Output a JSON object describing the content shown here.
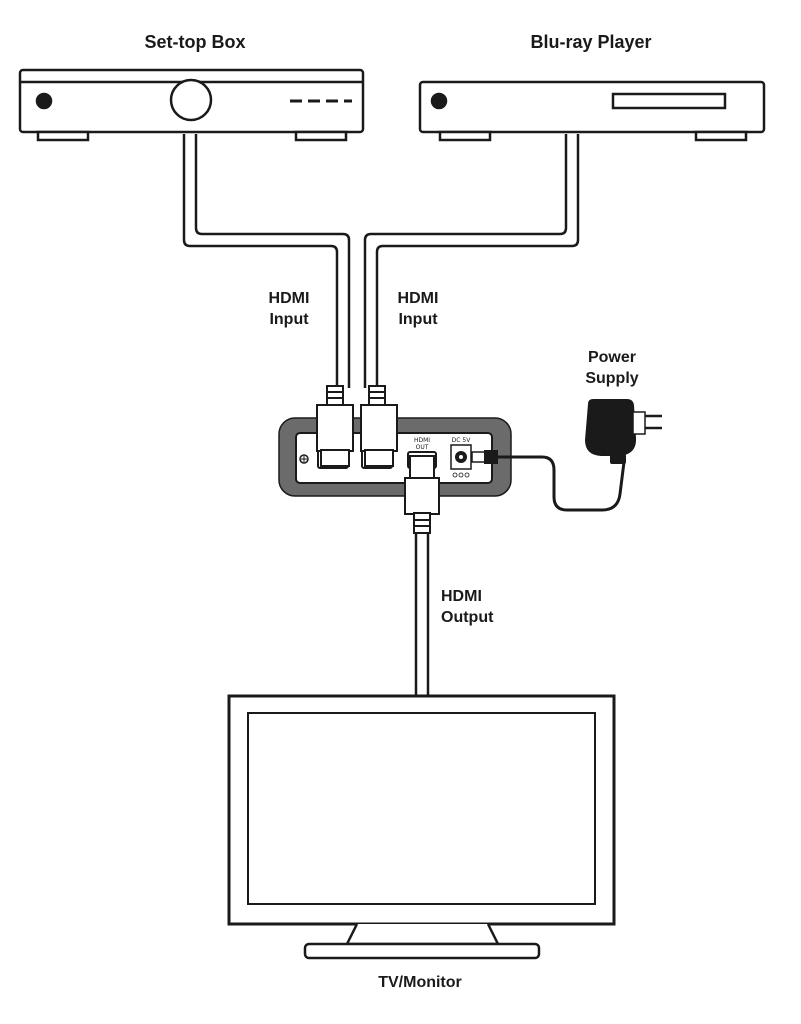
{
  "labels": {
    "set_top_box": "Set-top Box",
    "bluray_player": "Blu-ray Player",
    "hdmi_input": [
      "HDMI",
      "Input"
    ],
    "power_supply": [
      "Power",
      "Supply"
    ],
    "hdmi_output": [
      "HDMI",
      "Output"
    ],
    "tv_monitor": "TV/Monitor",
    "port_hdmi_out": [
      "HDMI",
      "OUT"
    ],
    "port_dc": "DC 5V"
  },
  "colors": {
    "line": "#1a1a1a",
    "device_fill": "#ffffff",
    "switch_bezel": "#6b6b6b",
    "adapter": "#1a1a1a"
  },
  "icons": [
    "set-top-box-icon",
    "bluray-player-icon",
    "hdmi-switch-icon",
    "power-adapter-icon",
    "tv-monitor-icon"
  ]
}
